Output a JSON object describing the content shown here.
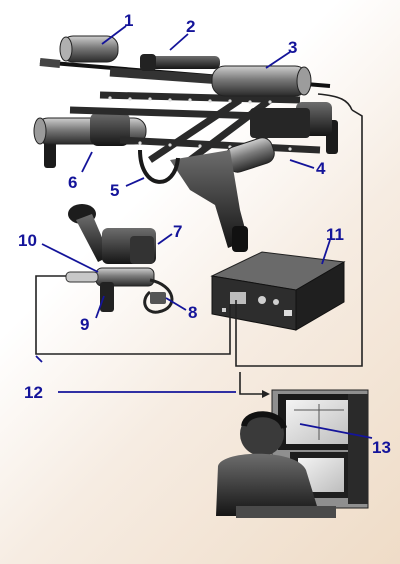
{
  "diagram": {
    "callouts": [
      {
        "id": "1",
        "label": "1"
      },
      {
        "id": "2",
        "label": "2"
      },
      {
        "id": "3",
        "label": "3"
      },
      {
        "id": "4",
        "label": "4"
      },
      {
        "id": "5",
        "label": "5"
      },
      {
        "id": "6",
        "label": "6"
      },
      {
        "id": "7",
        "label": "7"
      },
      {
        "id": "8",
        "label": "8"
      },
      {
        "id": "9",
        "label": "9"
      },
      {
        "id": "10",
        "label": "10"
      },
      {
        "id": "11",
        "label": "11"
      },
      {
        "id": "12",
        "label": "12"
      },
      {
        "id": "13",
        "label": "13"
      }
    ],
    "colors": {
      "callout": "#14149a",
      "equipment": "#2b2b2b",
      "equipment_light": "#8a8a8a",
      "background_warm": "#efdcc7"
    }
  }
}
